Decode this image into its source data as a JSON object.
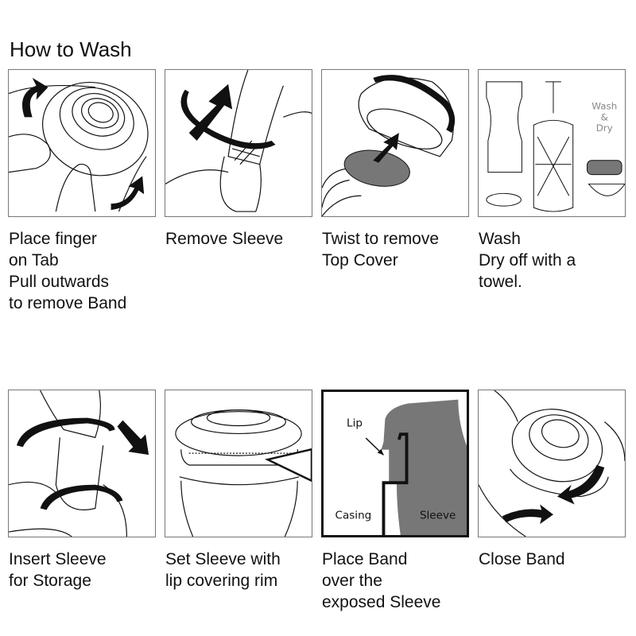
{
  "title": "How to Wash",
  "row1": [
    {
      "caption": "Place finger\non Tab\nPull outwards\nto remove Band",
      "illustration": "finger-pull-band"
    },
    {
      "caption": "Remove Sleeve",
      "illustration": "remove-sleeve"
    },
    {
      "caption": "Twist to remove\nTop Cover",
      "illustration": "twist-top-cover"
    },
    {
      "caption": "Wash\nDry off with a\ntowel.",
      "illustration": "wash-dry",
      "inset_label": "Wash\n&\nDry"
    }
  ],
  "row2": [
    {
      "caption": "Insert Sleeve\nfor Storage",
      "illustration": "insert-sleeve"
    },
    {
      "caption": "Set Sleeve with\nlip covering rim",
      "illustration": "set-sleeve"
    },
    {
      "caption": "Place Band\nover the\nexposed Sleeve",
      "illustration": "cross-section",
      "labels": {
        "lip": "Lip",
        "casing": "Casing",
        "sleeve": "Sleeve"
      }
    },
    {
      "caption": "Close Band",
      "illustration": "close-band"
    }
  ]
}
